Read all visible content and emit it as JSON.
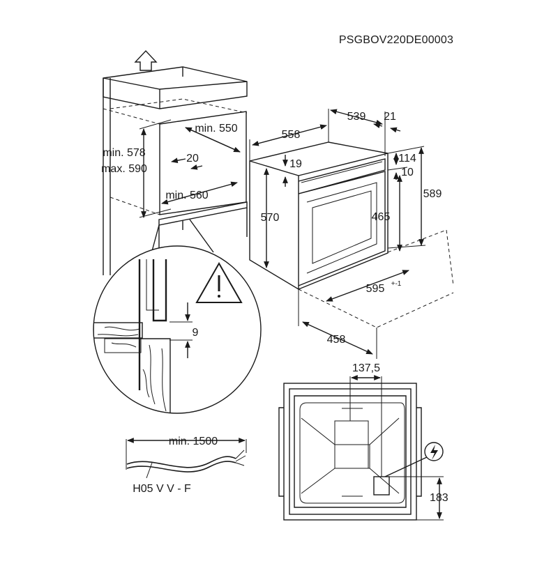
{
  "drawing_code": "PSGBOV220DE00003",
  "cabinet": {
    "depth_min": "min. 550",
    "gap": "20",
    "width_min": "min. 560",
    "height_min": "min. 578",
    "height_max": "max. 590"
  },
  "detail": {
    "gap": "9"
  },
  "oven": {
    "depth_total": "558",
    "depth_body": "539",
    "door": "21",
    "top_offset": "19",
    "panel_top": "114",
    "panel_gap": "10",
    "height_body": "570",
    "height_door": "465",
    "height_total": "589",
    "width": "595",
    "width_tolerance": "+-1",
    "depth_front": "458"
  },
  "back_view": {
    "connection_offset": "137,5",
    "connection_height": "183"
  },
  "cable": {
    "length": "min. 1500",
    "type": "H05 V V - F"
  }
}
